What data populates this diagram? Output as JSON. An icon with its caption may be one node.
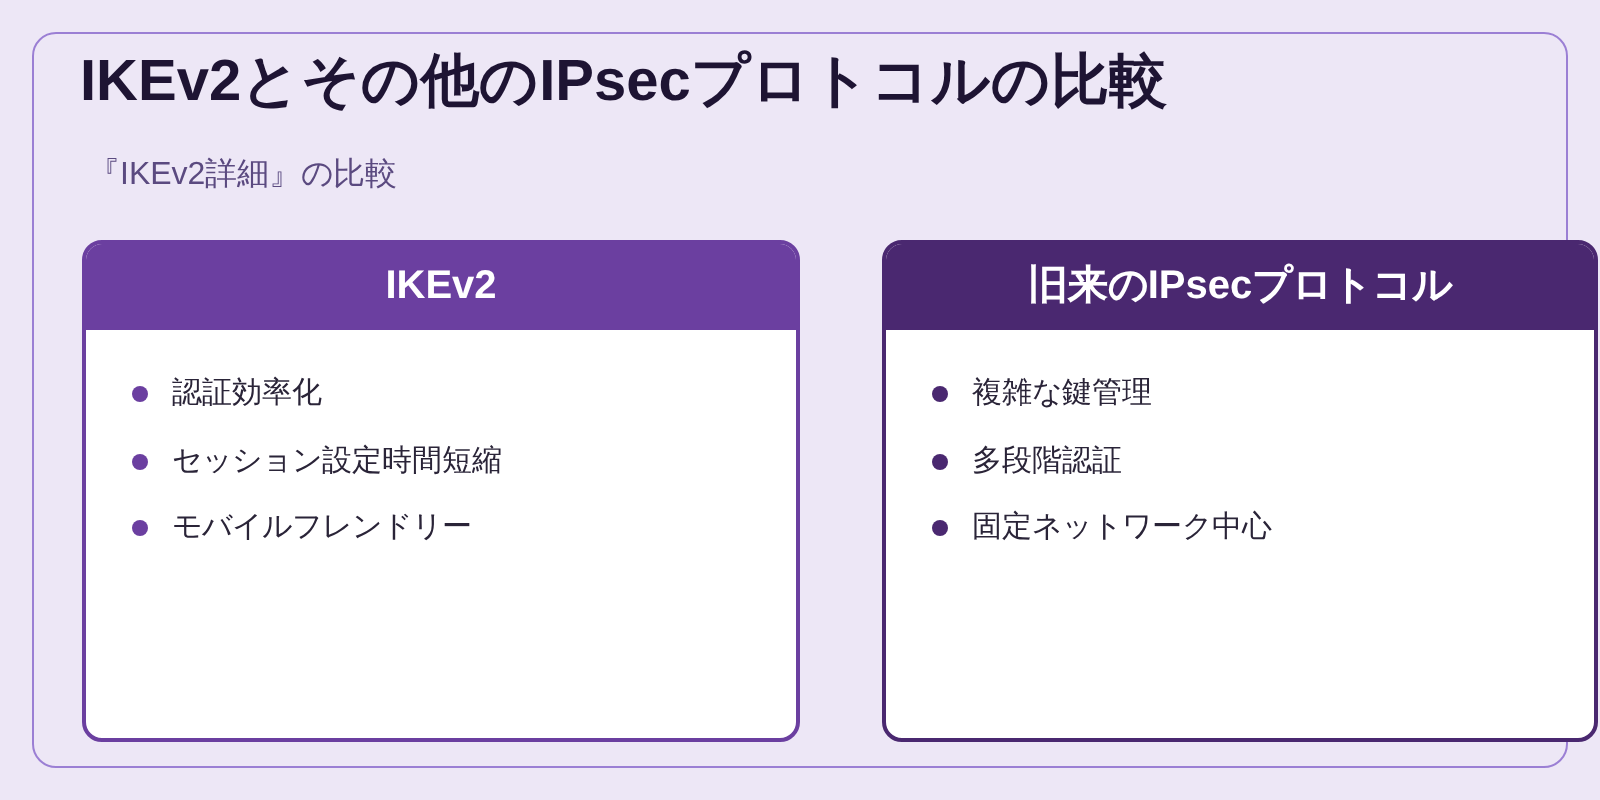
{
  "diagram": {
    "title": "IKEv2とその他のIPsecプロトコルの比較",
    "nodes": [
      {
        "text": [
          "IKEv2",
          "認証効率化",
          "セッション設定時間短縮",
          "モバイルフレンドリー"
        ]
      },
      {
        "text": [
          "旧来のIPsecプロトコル",
          "複雑な鍵管理",
          "多段階認証",
          "固定ネットワーク中心"
        ]
      }
    ],
    "labels": [
      "『IKEv2詳細』の比較"
    ]
  }
}
